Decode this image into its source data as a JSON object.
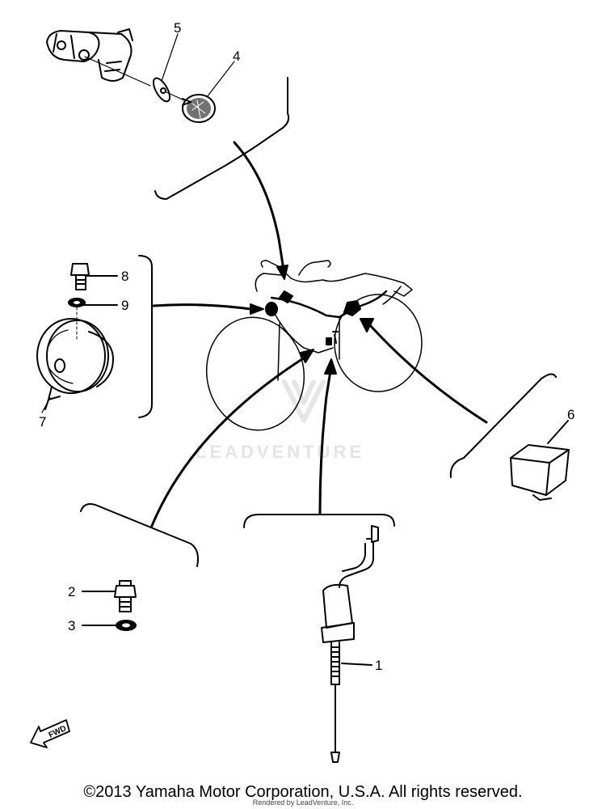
{
  "callouts": {
    "c1": "1",
    "c2": "2",
    "c3": "3",
    "c4": "4",
    "c5": "5",
    "c6": "6",
    "c7": "7",
    "c8": "8",
    "c9": "9"
  },
  "fwd_label": "FWD",
  "watermark": "LEADVENTURE",
  "copyright": "©2013 Yamaha Motor Corporation, U.S.A. All rights reserved.",
  "credit": "Rendered by LeadVenture, Inc.",
  "colors": {
    "line": "#000000",
    "watermark": "#e4e4e4"
  }
}
